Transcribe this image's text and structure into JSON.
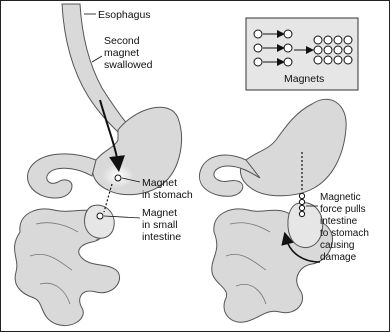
{
  "labels": {
    "esophagus": "Esophagus",
    "second_magnet": [
      "Second",
      "magnet",
      "swallowed"
    ],
    "magnet_in_stomach": [
      "Magnet",
      "in stomach"
    ],
    "magnet_in_small_intestine": [
      "Magnet",
      "in small",
      "intestine"
    ],
    "magnets_inset": "Magnets",
    "magnetic_force": [
      "Magnetic",
      "force pulls",
      "intestine",
      "to stomach",
      "causing",
      "damage"
    ]
  },
  "colors": {
    "organ_fill": "#d9d9d9",
    "organ_stroke": "#555555",
    "line": "#111111",
    "inset_fill": "#e6e6e6"
  }
}
